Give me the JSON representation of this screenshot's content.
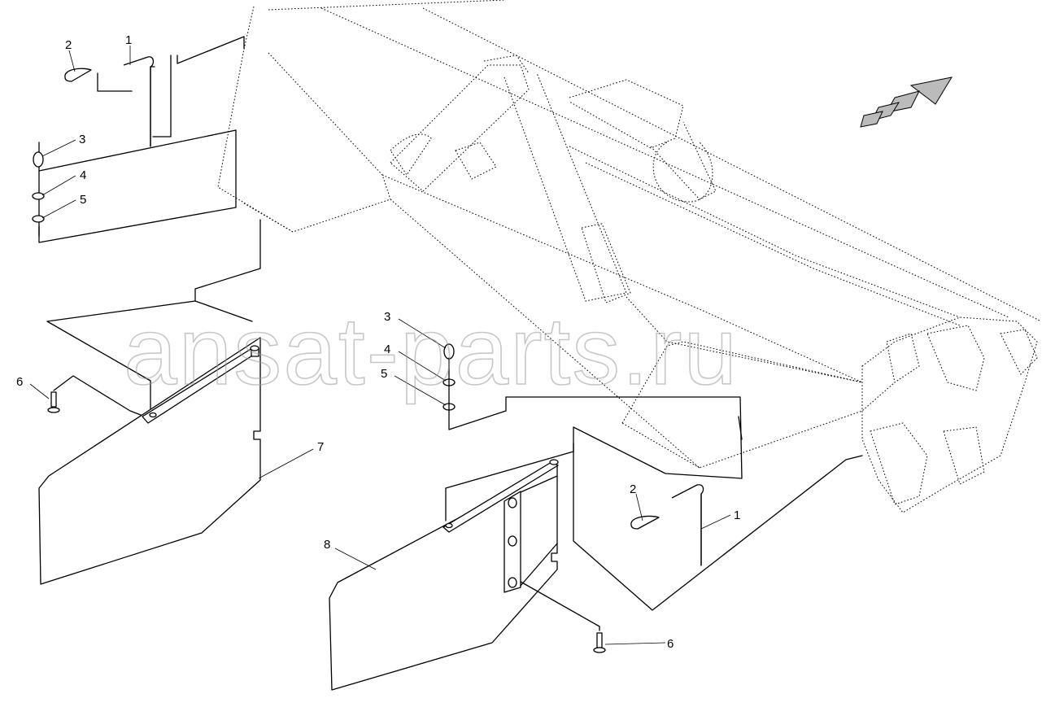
{
  "watermark": "ansat-parts.ru",
  "callouts": [
    {
      "id": "c-2a",
      "text": "2"
    },
    {
      "id": "c-1a",
      "text": "1"
    },
    {
      "id": "c-3a",
      "text": "3"
    },
    {
      "id": "c-4a",
      "text": "4"
    },
    {
      "id": "c-5a",
      "text": "5"
    },
    {
      "id": "c-6a",
      "text": "6"
    },
    {
      "id": "c-7",
      "text": "7"
    },
    {
      "id": "c-3b",
      "text": "3"
    },
    {
      "id": "c-4b",
      "text": "4"
    },
    {
      "id": "c-5b",
      "text": "5"
    },
    {
      "id": "c-2b",
      "text": "2"
    },
    {
      "id": "c-1b",
      "text": "1"
    },
    {
      "id": "c-8",
      "text": "8"
    },
    {
      "id": "c-6b",
      "text": "6"
    }
  ]
}
